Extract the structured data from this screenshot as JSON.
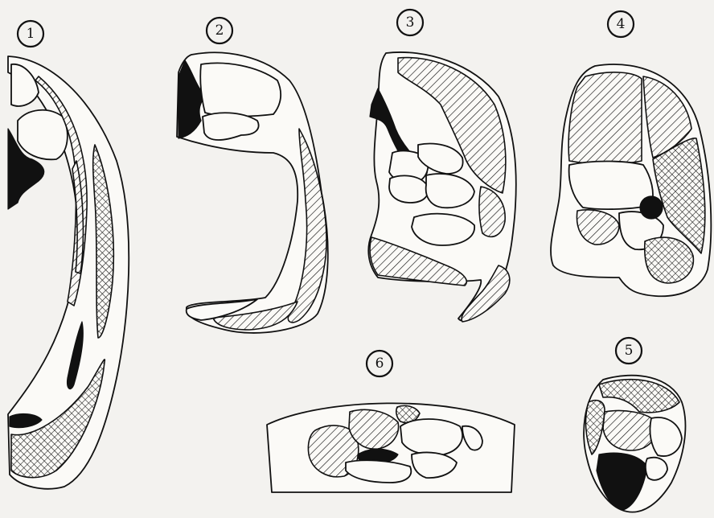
{
  "figure": {
    "background": "#f3f2ef",
    "ink": "#111111",
    "panel_labels": [
      "1",
      "2",
      "3",
      "4",
      "5",
      "6"
    ]
  }
}
